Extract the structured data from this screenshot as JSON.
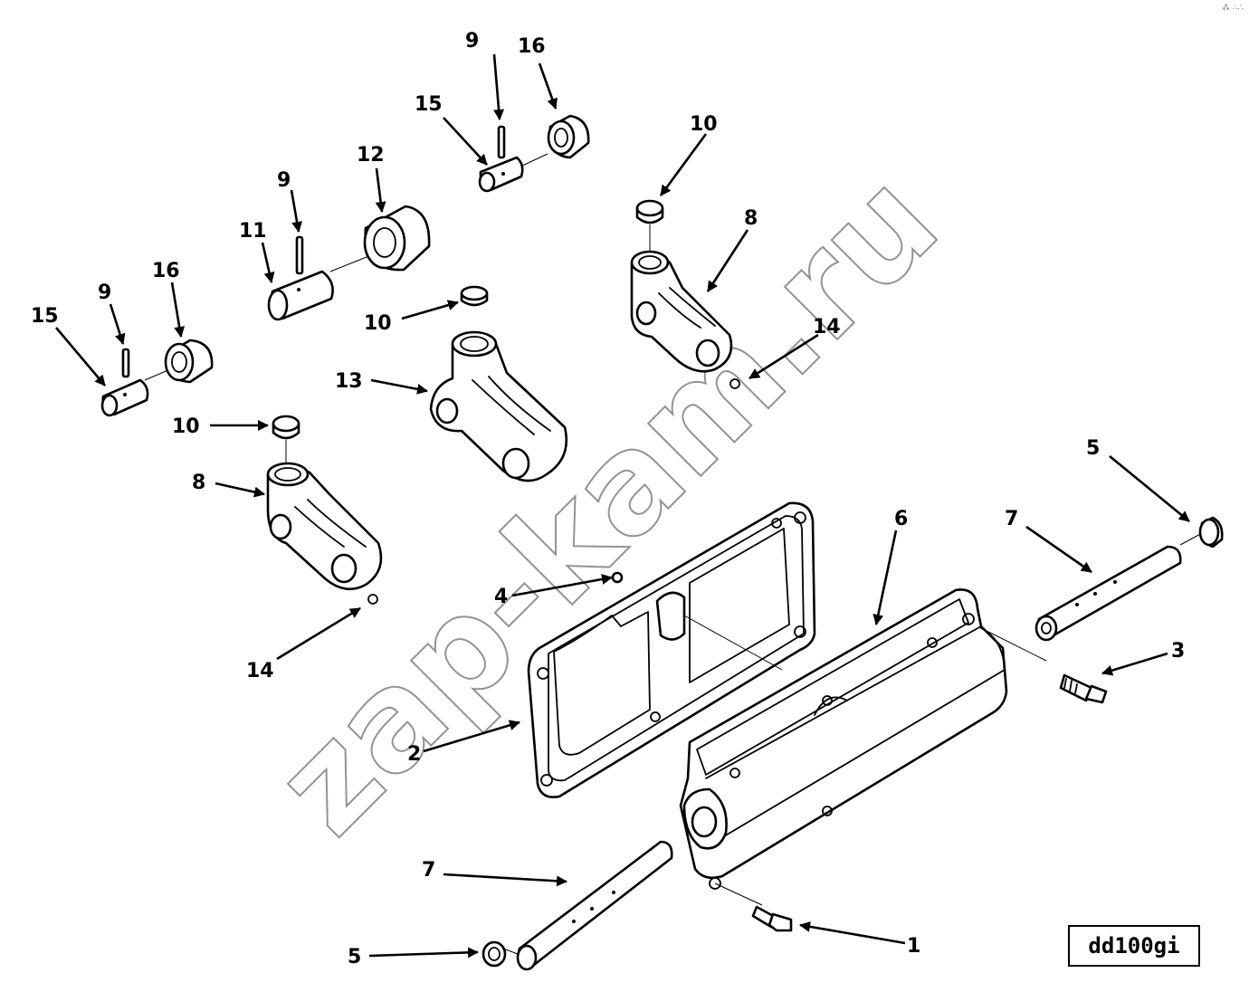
{
  "drawing_code": "dd100gi",
  "watermark": "zap-kam.ru",
  "corner_mark": "⁂ ∴∴",
  "callouts": {
    "c1": "1",
    "c2": "2",
    "c3": "3",
    "c4": "4",
    "c5a": "5",
    "c5b": "5",
    "c6": "6",
    "c7a": "7",
    "c7b": "7",
    "c8a": "8",
    "c8b": "8",
    "c9a": "9",
    "c9b": "9",
    "c9c": "9",
    "c10a": "10",
    "c10b": "10",
    "c10c": "10",
    "c11": "11",
    "c12": "12",
    "c13": "13",
    "c14a": "14",
    "c14b": "14",
    "c15a": "15",
    "c15b": "15",
    "c16a": "16",
    "c16b": "16"
  }
}
